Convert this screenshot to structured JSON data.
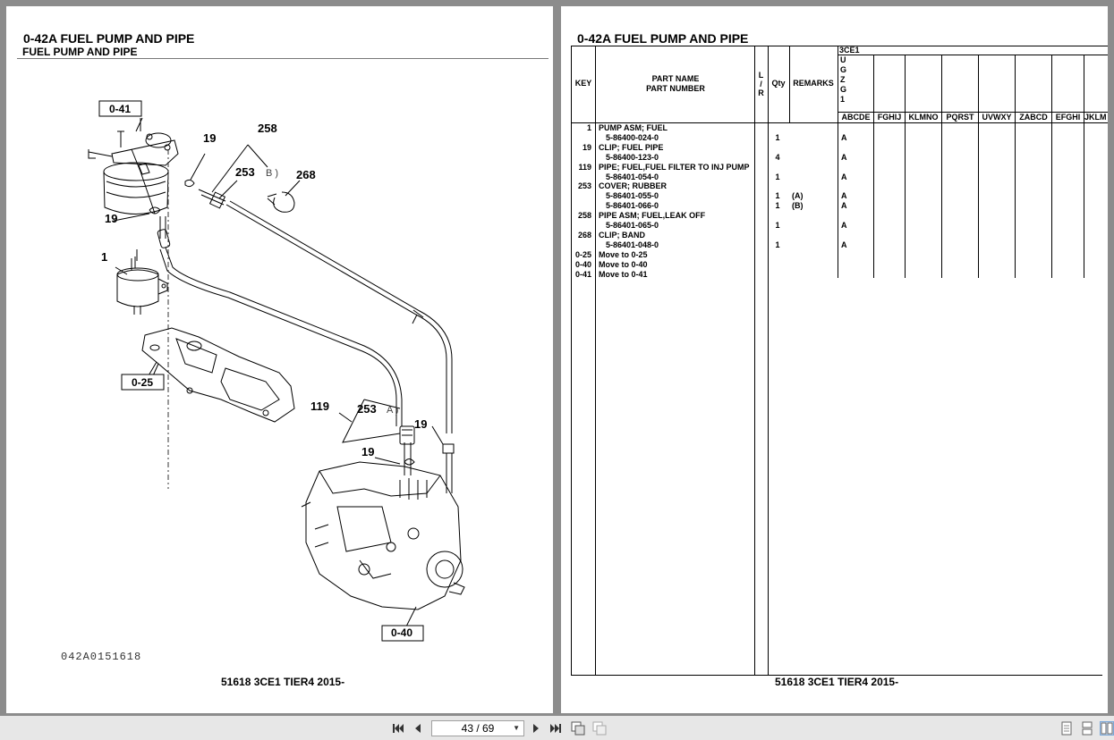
{
  "left_page": {
    "title": "0-42A  FUEL PUMP AND PIPE",
    "subtitle": "FUEL PUMP AND PIPE",
    "drawing_code": "042A0151618",
    "footer": "51618 3CE1 TIER4 2015-",
    "callouts": {
      "c1": "0-41",
      "c2": "19",
      "c3": "258",
      "c4": "253",
      "c5": "268",
      "c6": "19",
      "c7": "1",
      "c8": "0-25",
      "c9": "119",
      "c10": "253",
      "c11": "19",
      "c12": "19",
      "c13": "0-40",
      "markB": "B )",
      "markA": "A )"
    }
  },
  "right_page": {
    "title": "0-42A  FUEL PUMP AND PIPE",
    "footer": "51618 3CE1 TIER4 2015-",
    "headers": {
      "key": "KEY",
      "part_name": "PART NAME",
      "part_number": "PART NUMBER",
      "lr_l": "L",
      "lr_slash": "/",
      "lr_r": "R",
      "qty": "Qty",
      "remarks": "REMARKS",
      "model": "3CE1",
      "model_codes": [
        "U",
        "G",
        "Z",
        "G",
        "1"
      ],
      "variant_cols": [
        "ABCDE",
        "FGHIJ",
        "KLMNO",
        "PQRST",
        "UVWXY",
        "ZABCD",
        "EFGHI",
        "JKLM"
      ]
    },
    "rows": [
      {
        "key": "1",
        "name": "PUMP ASM; FUEL",
        "qty": "",
        "remarks": "",
        "mark": ""
      },
      {
        "key": "",
        "name": "5-86400-024-0",
        "qty": "1",
        "remarks": "",
        "mark": "A"
      },
      {
        "key": "19",
        "name": "CLIP; FUEL PIPE",
        "qty": "",
        "remarks": "",
        "mark": ""
      },
      {
        "key": "",
        "name": "5-86400-123-0",
        "qty": "4",
        "remarks": "",
        "mark": "A"
      },
      {
        "key": "119",
        "name": "PIPE; FUEL,FUEL FILTER TO INJ PUMP",
        "qty": "",
        "remarks": "",
        "mark": ""
      },
      {
        "key": "",
        "name": "5-86401-054-0",
        "qty": "1",
        "remarks": "",
        "mark": "A"
      },
      {
        "key": "253",
        "name": "COVER; RUBBER",
        "qty": "",
        "remarks": "",
        "mark": ""
      },
      {
        "key": "",
        "name": "5-86401-055-0",
        "qty": "1",
        "remarks": "(A)",
        "mark": "A"
      },
      {
        "key": "",
        "name": "5-86401-066-0",
        "qty": "1",
        "remarks": "(B)",
        "mark": "A"
      },
      {
        "key": "258",
        "name": "PIPE ASM; FUEL,LEAK OFF",
        "qty": "",
        "remarks": "",
        "mark": ""
      },
      {
        "key": "",
        "name": "5-86401-065-0",
        "qty": "1",
        "remarks": "",
        "mark": "A"
      },
      {
        "key": "268",
        "name": "CLIP; BAND",
        "qty": "",
        "remarks": "",
        "mark": ""
      },
      {
        "key": "",
        "name": "5-86401-048-0",
        "qty": "1",
        "remarks": "",
        "mark": "A"
      },
      {
        "key": "0-25",
        "name": "Move to 0-25",
        "qty": "",
        "remarks": "",
        "mark": ""
      },
      {
        "key": "0-40",
        "name": "Move to 0-40",
        "qty": "",
        "remarks": "",
        "mark": ""
      },
      {
        "key": "0-41",
        "name": "Move to 0-41",
        "qty": "",
        "remarks": "",
        "mark": ""
      }
    ]
  },
  "toolbar": {
    "page_indicator": "43 / 69",
    "icons": [
      "first-page-icon",
      "prev-page-icon",
      "next-page-icon",
      "last-page-icon",
      "fit-page-icon",
      "fit-width-icon",
      "single-page-icon",
      "continuous-page-icon",
      "two-page-icon"
    ]
  }
}
